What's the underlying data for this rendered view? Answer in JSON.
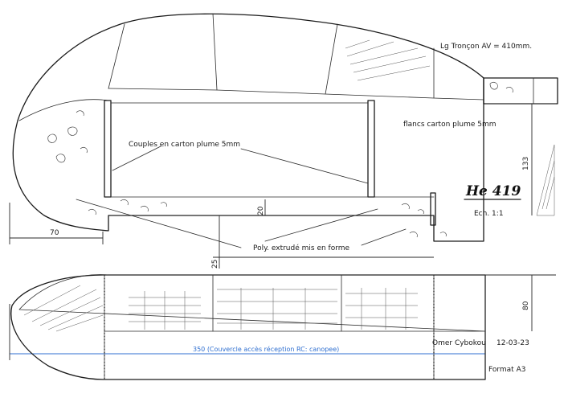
{
  "header_note": "Lg Tronçon AV = 410mm.",
  "model_name": "He 419",
  "scale": "Ech. 1:1",
  "labels": {
    "couples": "Couples en carton plume 5mm",
    "flancs": "flancs carton plume 5mm",
    "poly": "Poly. extrudé mis en forme"
  },
  "dimensions": {
    "d70": "70",
    "d133": "133",
    "d20": "20",
    "d25": "25",
    "d80": "80",
    "d350": "350 (Couvercle accès réception RC: canopee)"
  },
  "author": "Omer Cybokou",
  "date": "12-03-23",
  "format": "Format A3",
  "colors": {
    "ink": "#1a1a1a",
    "dimension_blue": "#2f6fd0",
    "paper": "#ffffff"
  }
}
